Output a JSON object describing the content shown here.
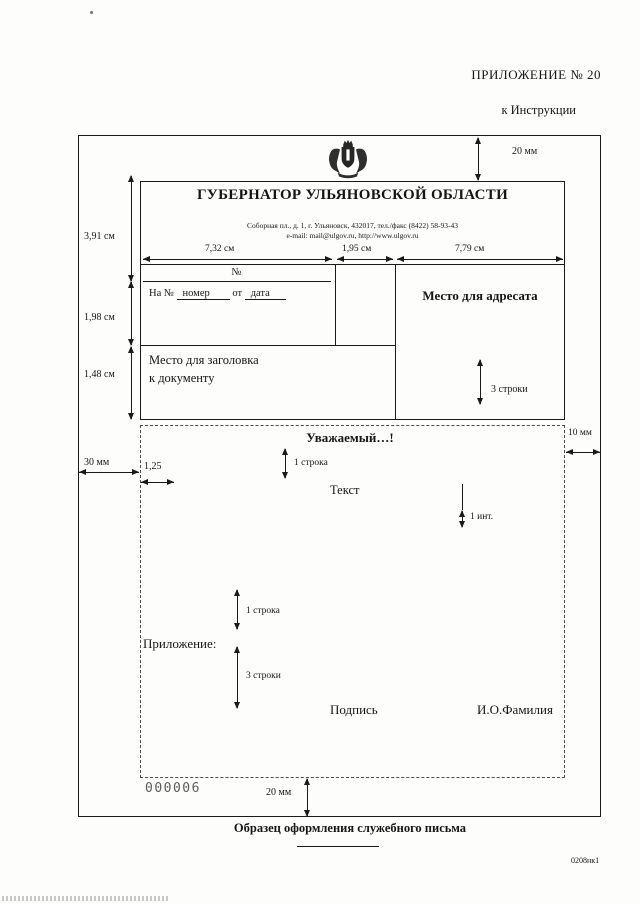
{
  "header": {
    "appendix": "ПРИЛОЖЕНИЕ № 20",
    "to_instruction": "к Инструкции"
  },
  "letterhead": {
    "org_name": "ГУБЕРНАТОР УЛЬЯНОВСКОЙ ОБЛАСТИ",
    "address_line1": "Соборная пл., д. 1, г. Ульяновск, 432017, тел./факс (8422) 58-93-43",
    "address_line2": "e-mail: mail@ulgov.ru, http://www.ulgov.ru",
    "number_sign": "№",
    "ref_prefix": "На №",
    "ref_number": "номер",
    "ref_from": "от",
    "ref_date": "дата",
    "addressee_placeholder": "Место для адресата",
    "heading_line1": "Место для заголовка",
    "heading_line2": "к документу"
  },
  "letter_body": {
    "salutation": "Уважаемый…!",
    "text_placeholder": "Текст",
    "attachment_label": "Приложение:",
    "signature_label": "Подпись",
    "name_label": "И.О.Фамилия"
  },
  "dimensions": {
    "top_margin": "20 мм",
    "header_height": "3,91 см",
    "col1_width": "7,32 см",
    "col2_width": "1,95 см",
    "col3_width": "7,79 см",
    "ref_block_height": "1,98 см",
    "heading_block_height": "1,48 см",
    "addressee_lines": "3 строки",
    "right_margin": "10 мм",
    "left_margin": "30 мм",
    "paragraph_indent": "1,25",
    "after_salutation": "1 строка",
    "line_interval": "1 инт.",
    "before_attachment": "1 строка",
    "before_signature": "3 строки",
    "bottom_margin": "20 мм"
  },
  "footer": {
    "page_counter": "000006",
    "caption": "Образец оформления служебного письма",
    "doc_code": "0208нк1"
  }
}
